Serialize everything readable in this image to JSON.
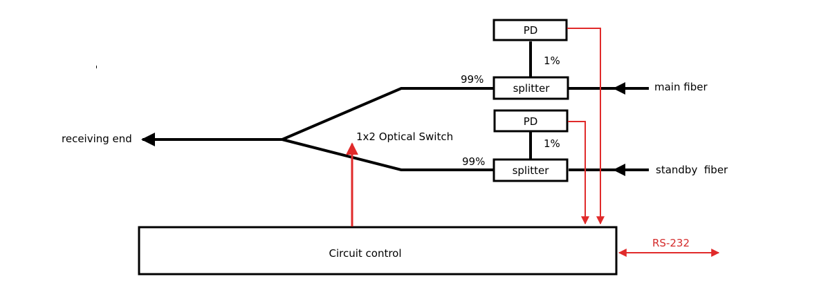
{
  "labels": {
    "pd_top": "PD",
    "pd_bottom": "PD",
    "split_ratio_top_tap": "1%",
    "split_ratio_bottom_tap": "1%",
    "split_ratio_top_main": "99%",
    "split_ratio_bottom_main": "99%",
    "splitter_top": "splitter",
    "splitter_bottom": "splitter",
    "main_fiber": "main fiber",
    "standby_fiber": "standby  fiber",
    "receiving_end": "receiving end",
    "optical_switch": "1x2 Optical Switch",
    "circuit_control": "Circuit control",
    "rs232": "RS-232"
  },
  "colors": {
    "signal_line": "#000000",
    "control_line": "#e02a2a"
  }
}
